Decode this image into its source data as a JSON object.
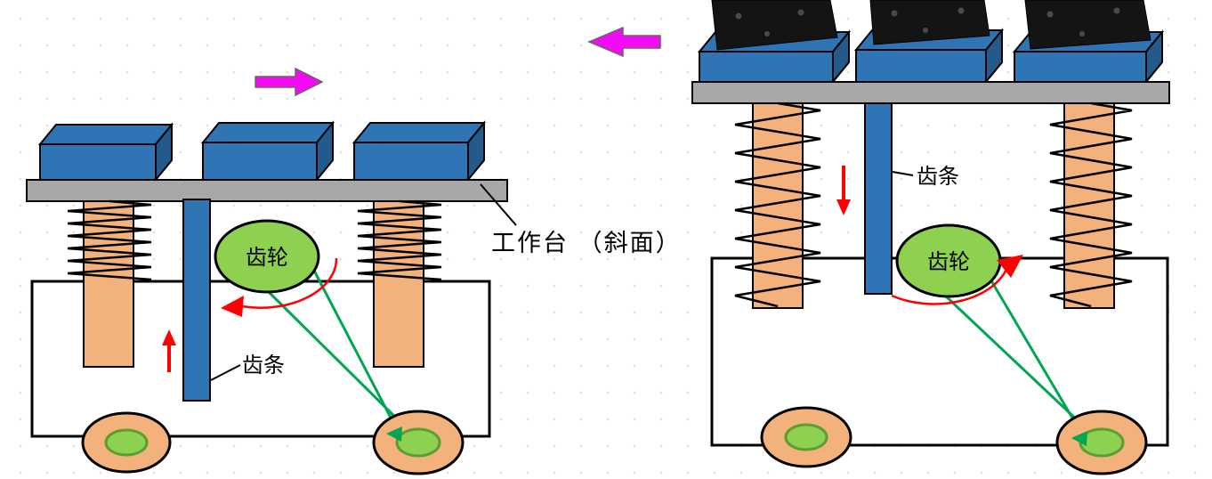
{
  "diagram": {
    "description": "rack-and-gear cart mechanism, two states",
    "panels": {
      "left": {
        "motion_arrow_direction": "right",
        "gear_label": "齿轮",
        "rack_label": "齿条",
        "rack_motion": "up",
        "springs_state": "compressed"
      },
      "right": {
        "motion_arrow_direction": "left",
        "gear_label": "齿轮",
        "rack_label": "齿条",
        "rack_motion": "down",
        "springs_state": "stretched"
      }
    },
    "worktable_label": "工作台 （斜面）",
    "colors": {
      "box_blue": "#2f74b5",
      "platform_gray": "#a8a8a8",
      "post_tan": "#f3b17c",
      "gear_green": "#8ed04f",
      "gear_inner_stroke": "#5a9e2f",
      "belt_green": "#00a651",
      "motion_arrow_magenta": "#f40af4",
      "force_arrow_red": "#ff0000",
      "plate_black": "#141414",
      "outline_black": "#000000"
    }
  }
}
